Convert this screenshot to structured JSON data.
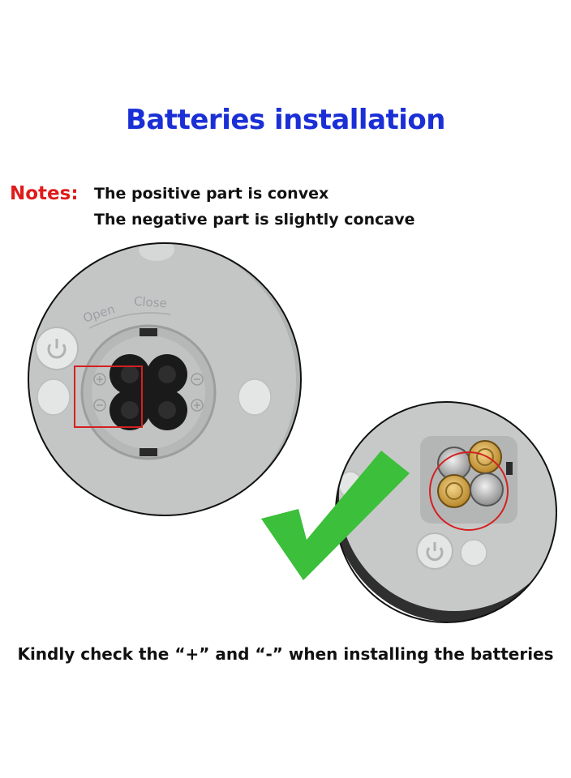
{
  "title": "Batteries installation",
  "notes": {
    "label": "Notes:",
    "lines": [
      "The positive part is convex",
      "The negative part is slightly concave"
    ]
  },
  "dial": {
    "open_label": "Open",
    "close_label": "Close"
  },
  "footer": "Kindly check the “+” and “-” when installing the batteries",
  "colors": {
    "title": "#1a2fd6",
    "notes_label": "#e01b1b",
    "highlight_box": "#d42020",
    "checkmark": "#3cbf3a"
  }
}
